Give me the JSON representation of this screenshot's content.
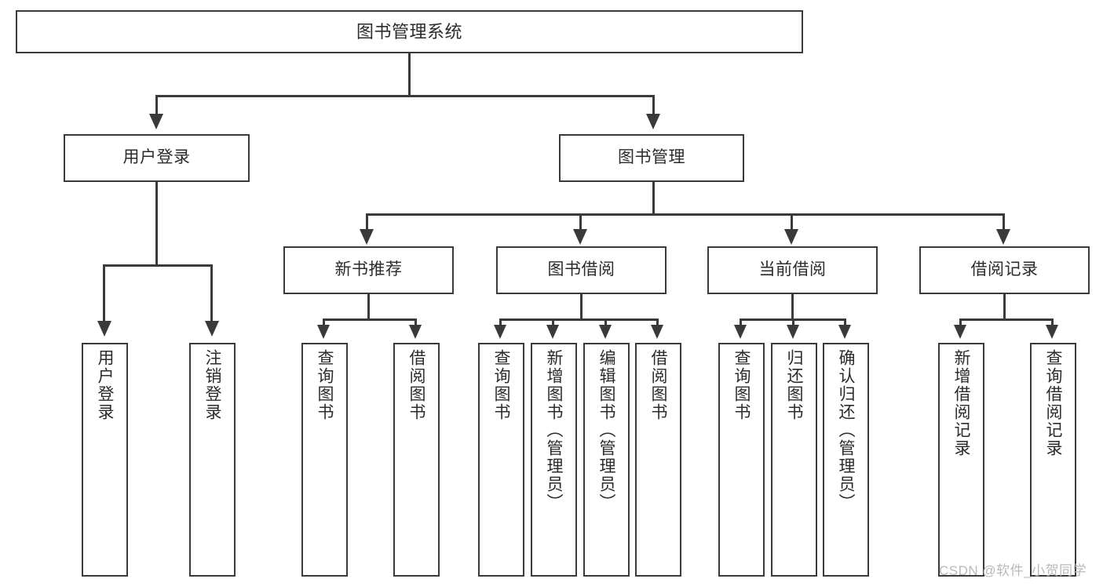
{
  "diagram": {
    "title": "图书管理系统",
    "type": "hierarchy-tree",
    "root": {
      "label": "图书管理系统"
    },
    "level2": [
      {
        "key": "user_login",
        "label": "用户登录"
      },
      {
        "key": "book_manage",
        "label": "图书管理"
      }
    ],
    "level3": [
      {
        "key": "new_book_rec",
        "label": "新书推荐"
      },
      {
        "key": "book_borrow",
        "label": "图书借阅"
      },
      {
        "key": "current_borrow",
        "label": "当前借阅"
      },
      {
        "key": "borrow_record",
        "label": "借阅记录"
      }
    ],
    "leaves": {
      "user_login": [
        {
          "label": "用户登录"
        },
        {
          "label": "注销登录"
        }
      ],
      "new_book_rec": [
        {
          "label": "查询图书"
        },
        {
          "label": "借阅图书"
        }
      ],
      "book_borrow": [
        {
          "label": "查询图书"
        },
        {
          "label": "新增图书（管理员）"
        },
        {
          "label": "编辑图书（管理员）"
        },
        {
          "label": "借阅图书"
        }
      ],
      "current_borrow": [
        {
          "label": "查询图书"
        },
        {
          "label": "归还图书"
        },
        {
          "label": "确认归还（管理员）"
        }
      ],
      "borrow_record": [
        {
          "label": "新增借阅记录"
        },
        {
          "label": "查询借阅记录"
        }
      ]
    }
  },
  "watermark": {
    "text": "CSDN @软件_小贺同学"
  },
  "colors": {
    "stroke": "#3a3a3a",
    "text": "#2b2b2b",
    "background": "#ffffff",
    "watermark": "#b9b9b9"
  }
}
